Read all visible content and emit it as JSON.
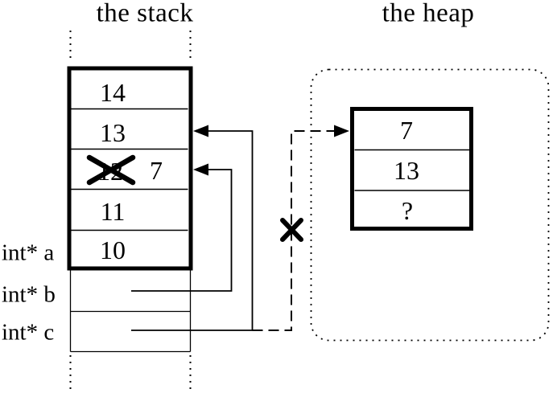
{
  "diagram": {
    "stack": {
      "title": "the stack",
      "cells": [
        {
          "value": "14"
        },
        {
          "value": "13"
        },
        {
          "value": "12",
          "crossed_out": true,
          "replacement": "7"
        },
        {
          "value": "11"
        },
        {
          "value": "10"
        }
      ],
      "pointers": [
        {
          "label": "int* a"
        },
        {
          "label": "int* b"
        },
        {
          "label": "int* c"
        }
      ]
    },
    "heap": {
      "title": "the heap",
      "cells": [
        {
          "value": "7"
        },
        {
          "value": "13"
        },
        {
          "value": "?"
        }
      ]
    },
    "colors": {
      "ink": "#000000",
      "background": "#ffffff"
    }
  }
}
